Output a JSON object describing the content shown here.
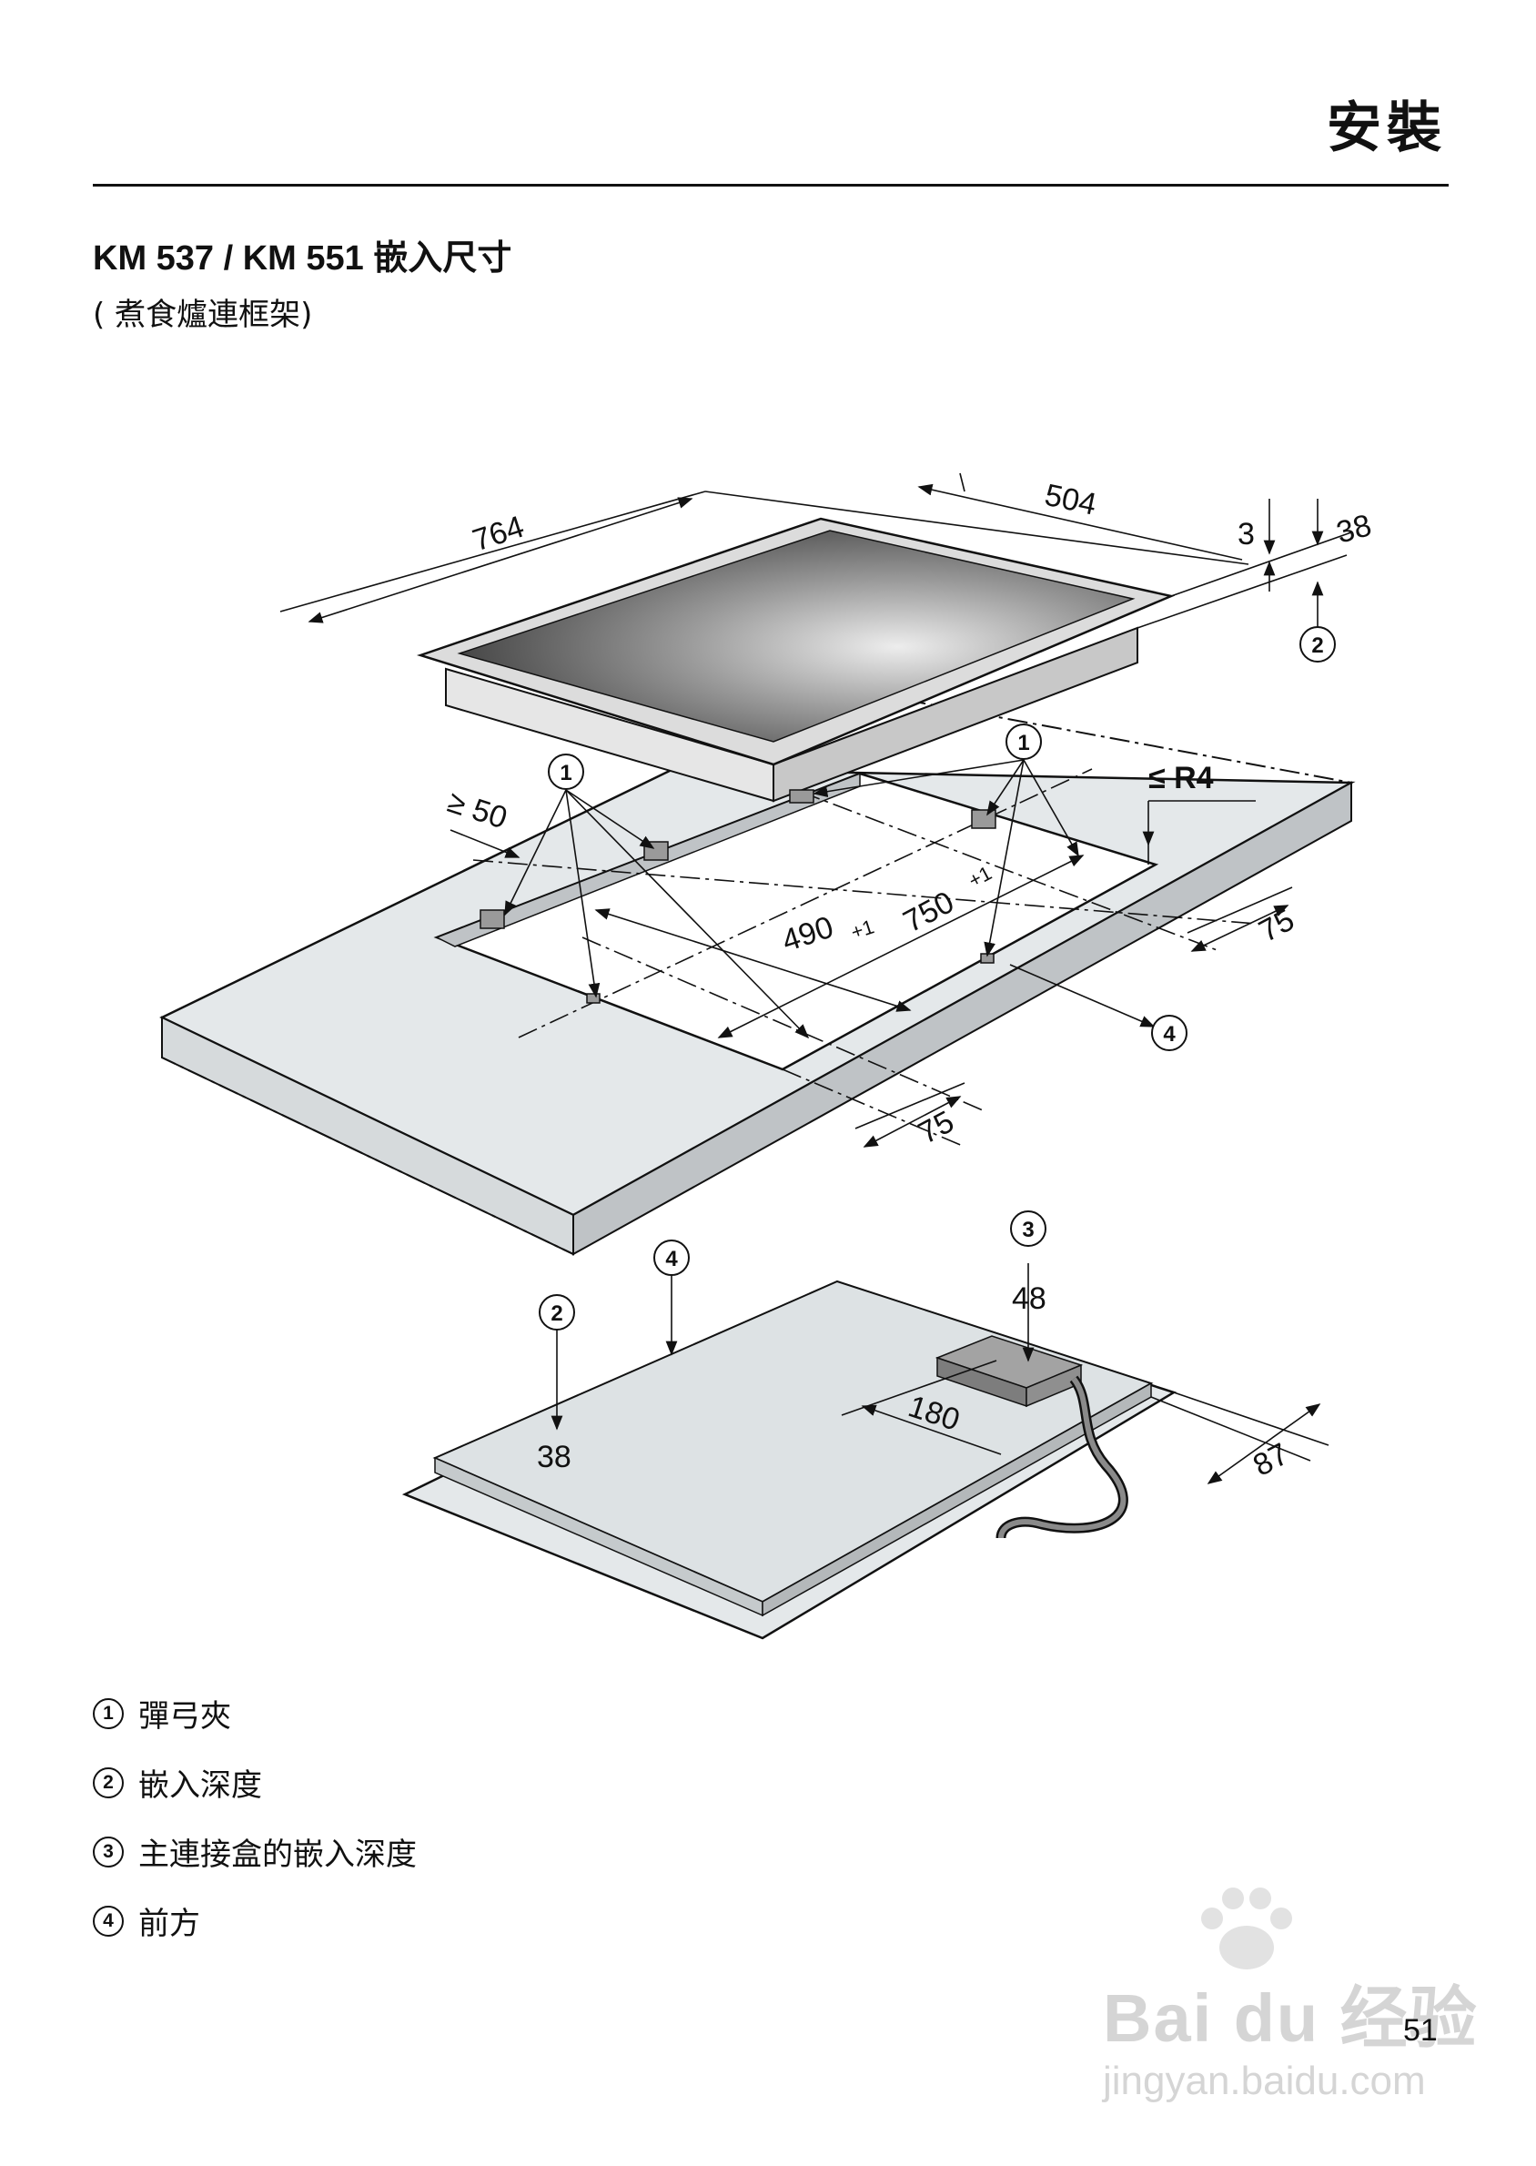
{
  "header": {
    "section_title": "安裝"
  },
  "heading": "KM 537 / KM 551  嵌入尺寸",
  "subheading": "( 煮食爐連框架)",
  "diagram": {
    "dims": {
      "d764": "764",
      "d504": "504",
      "d3": "3",
      "d38_top": "38",
      "d50": "≥ 50",
      "dR4": "≤ R4",
      "d490": "490",
      "d490_tol": "+1",
      "d490_tol2": "-",
      "d750": "750",
      "d750_tol": "+1",
      "d750_tol2": "-",
      "d75_right": "75",
      "d75_bottom": "75",
      "d48": "48",
      "d180": "180",
      "d38_bottom": "38",
      "d87": "87"
    },
    "markers": {
      "m1": "1",
      "m1b": "1",
      "m2": "2",
      "m2b": "2",
      "m3": "3",
      "m4": "4",
      "m4b": "4"
    }
  },
  "legend": [
    {
      "num": "1",
      "text": "彈弓夾"
    },
    {
      "num": "2",
      "text": "嵌入深度"
    },
    {
      "num": "3",
      "text": "主連接盒的嵌入深度"
    },
    {
      "num": "4",
      "text": "前方"
    }
  ],
  "page_number": "51",
  "watermark": {
    "main": "Bai  du 经验",
    "sub": "jingyan.baidu.com"
  },
  "colors": {
    "glass_dark": "#3d3d3d",
    "glass_light": "#e6e6e6",
    "worktop": "#e4e8ea",
    "text": "#111111"
  }
}
